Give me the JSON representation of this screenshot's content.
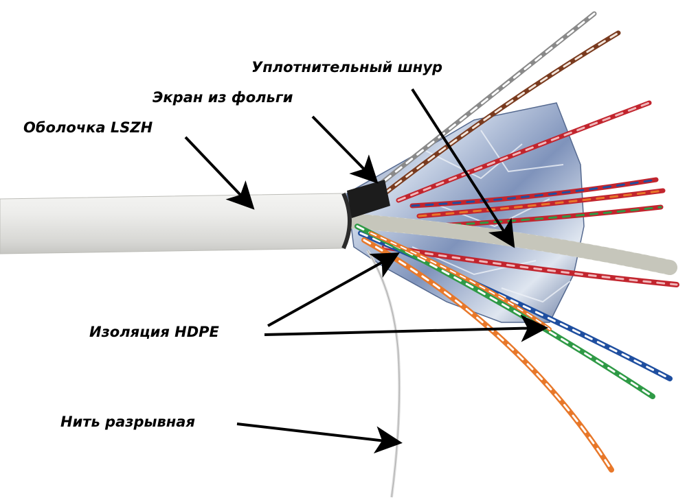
{
  "colors": {
    "background": "#ffffff",
    "jacket": "#e6e6e4",
    "foil": "#8fa3c4",
    "label_text": "#000000",
    "arrow": "#000000",
    "pair_blue": "#1f4fa0",
    "pair_orange": "#e8782a",
    "pair_green": "#2f9a46",
    "pair_brown": "#7a3b1f",
    "pair_red": "#c2252e",
    "pair_grey": "#8a8a8a",
    "filler_cord": "#d9d9d0",
    "ripcord": "#dcdcdc"
  },
  "labels": {
    "filler_cord": "Уплотнительный шнур",
    "foil_shield": "Экран из фольги",
    "jacket": "Оболочка LSZH",
    "insulation": "Изоляция HDPE",
    "ripcord": "Нить разрывная"
  },
  "icons": {
    "arrow": "arrow-icon"
  }
}
